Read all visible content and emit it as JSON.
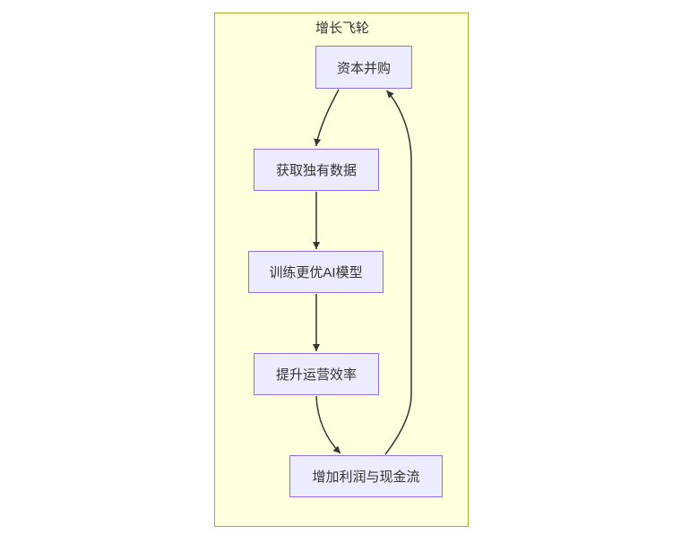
{
  "diagram": {
    "title": "增长飞轮",
    "nodes": [
      {
        "label": "资本并购"
      },
      {
        "label": "获取独有数据"
      },
      {
        "label": "训练更优AI模型"
      },
      {
        "label": "提升运营效率"
      },
      {
        "label": "增加利润与现金流"
      }
    ],
    "edges": [
      {
        "from": "资本并购",
        "to": "获取独有数据"
      },
      {
        "from": "获取独有数据",
        "to": "训练更优AI模型"
      },
      {
        "from": "训练更优AI模型",
        "to": "提升运营效率"
      },
      {
        "from": "提升运营效率",
        "to": "增加利润与现金流"
      },
      {
        "from": "增加利润与现金流",
        "to": "资本并购"
      }
    ],
    "colors": {
      "container_fill": "#ffffde",
      "container_stroke": "#aaaa33",
      "node_fill": "#ececff",
      "node_stroke": "#9370db",
      "edge_stroke": "#333333",
      "text": "#333333"
    }
  }
}
